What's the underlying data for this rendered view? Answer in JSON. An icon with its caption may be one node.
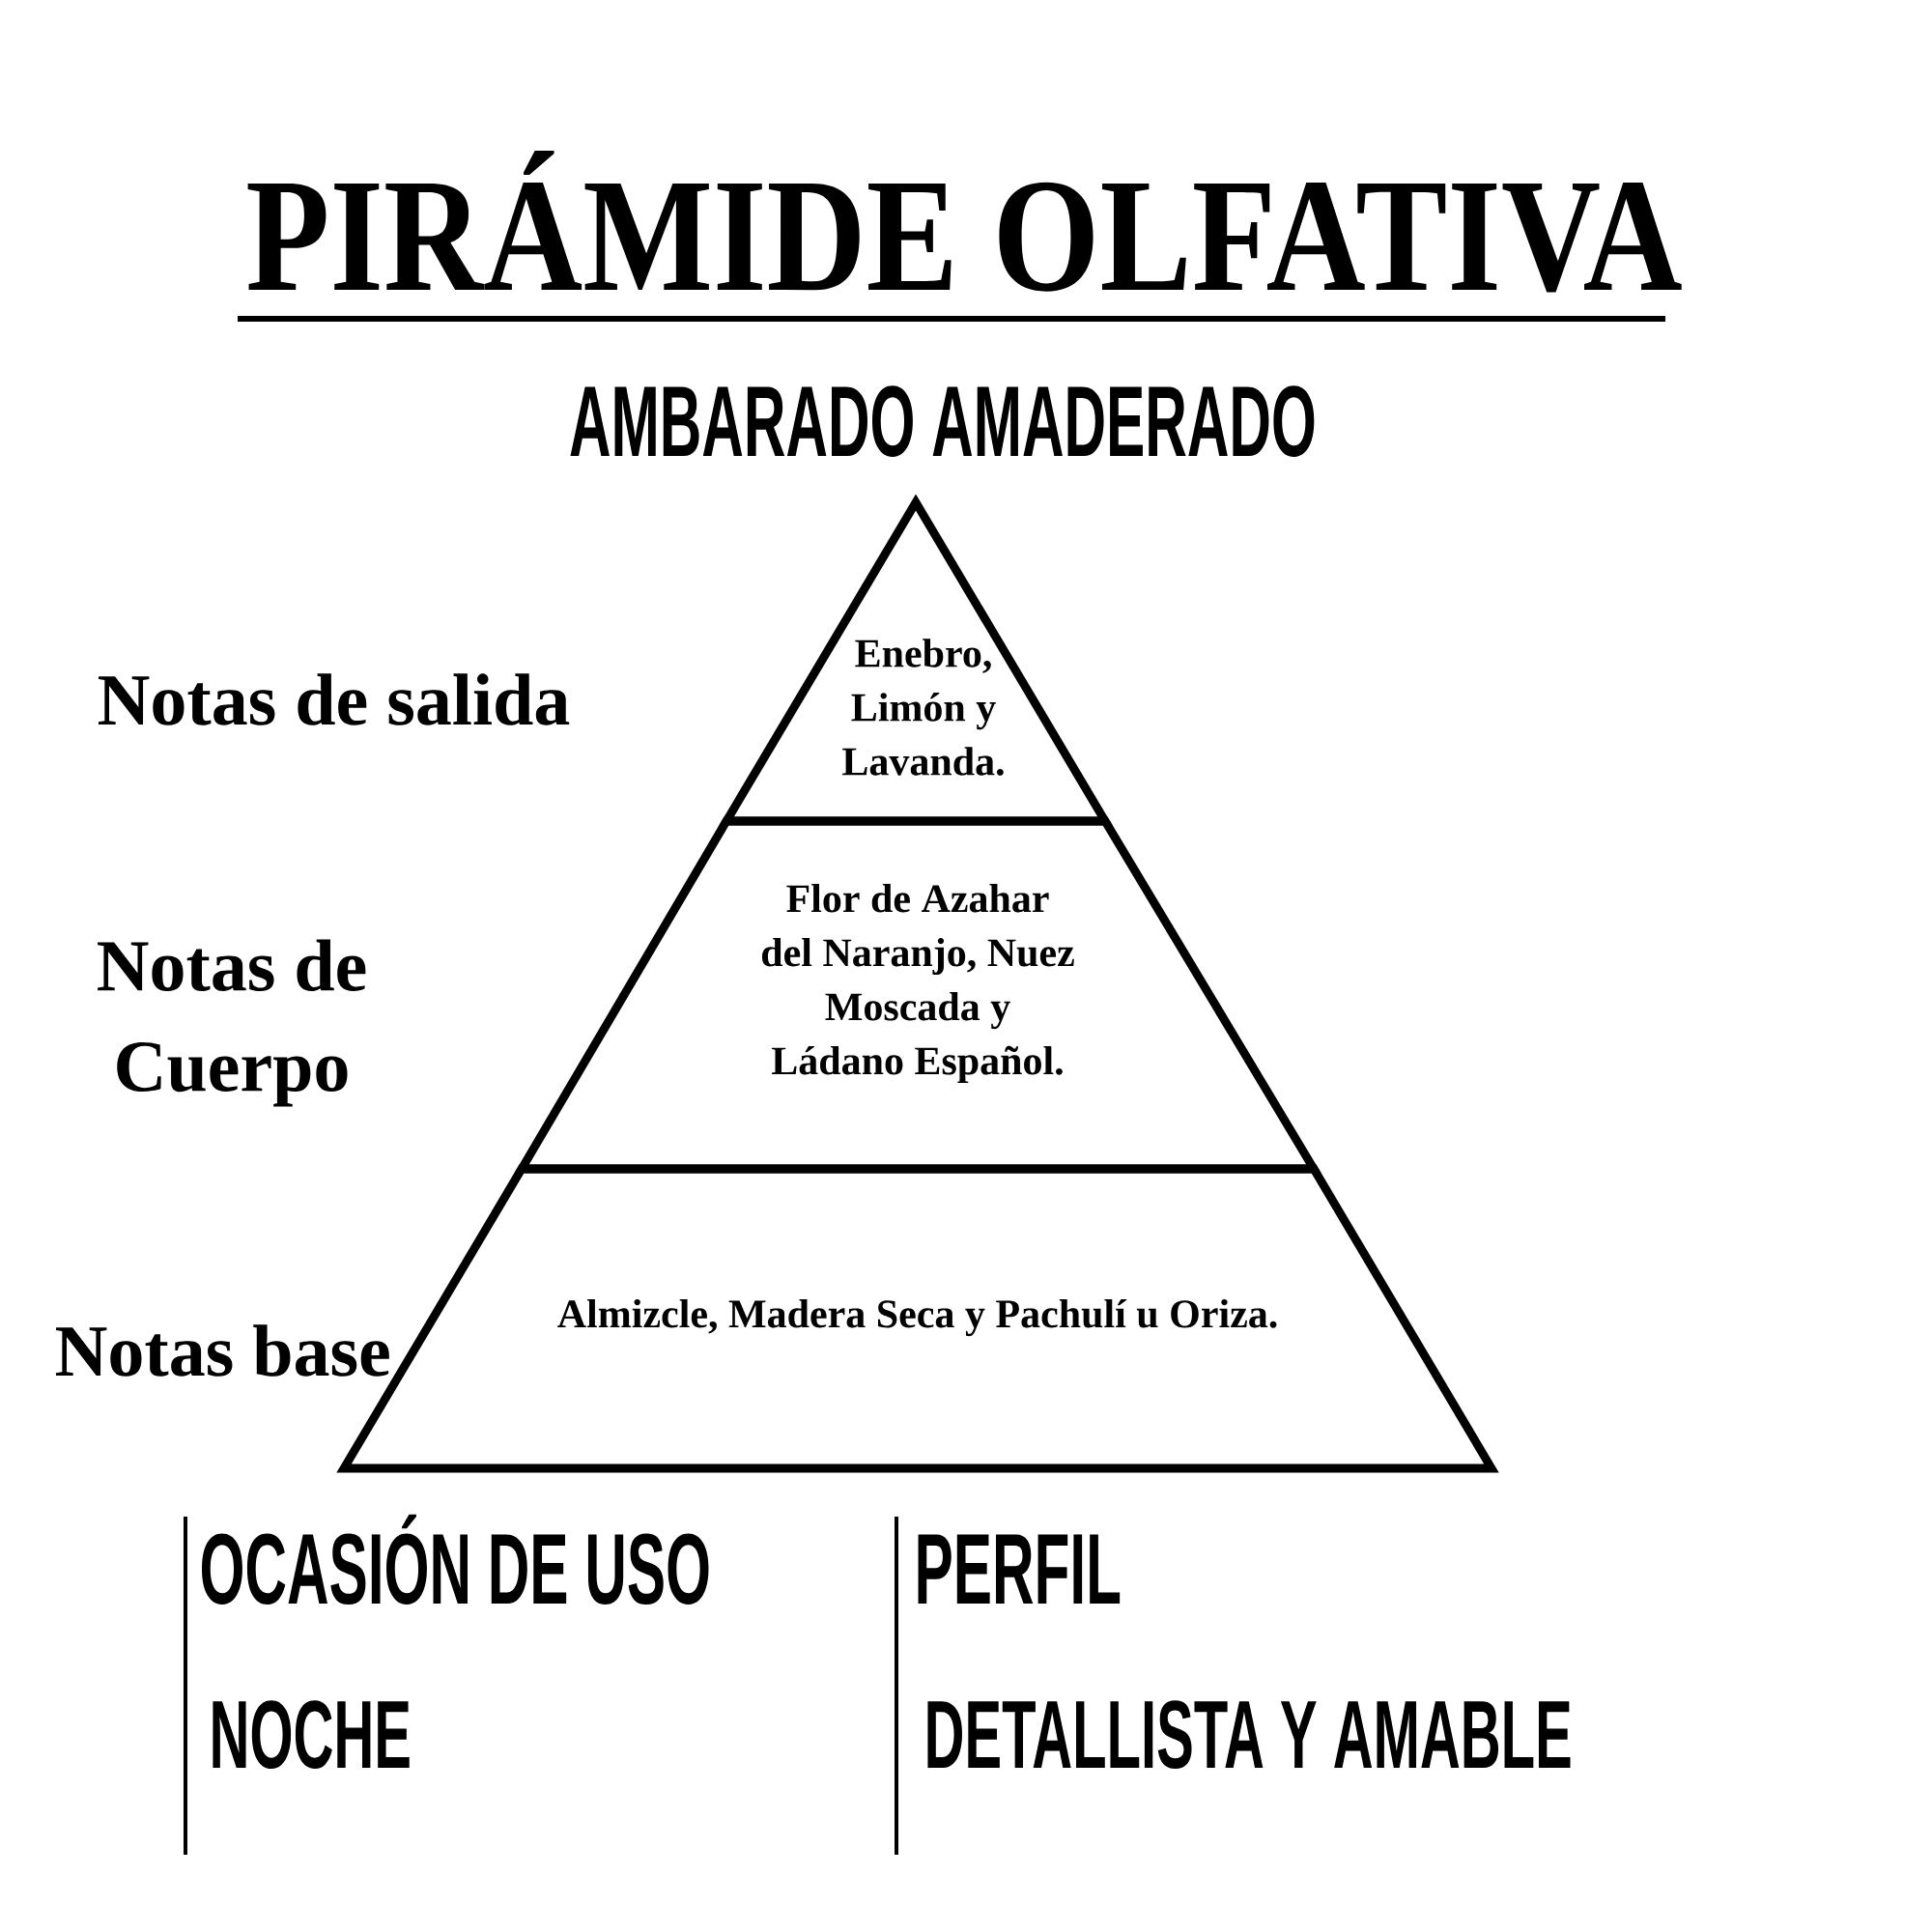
{
  "diagram": {
    "title": "PIRÁMIDE OLFATIVA",
    "nodes": [
      {
        "text": [
          "Enebro, Limón y Lavanda."
        ]
      },
      {
        "text": [
          "Flor de Azahar del Naranjo, Nuez Moscada y Ládano Español."
        ]
      },
      {
        "text": [
          "Almizcle, Madera Seca y Pachulí u Oriza."
        ]
      }
    ],
    "labels": [
      "AMBARADO AMADERADO",
      "Notas de salida",
      "Notas de Cuerpo",
      "Notas base",
      "OCASIÓN DE USO",
      "NOCHE",
      "PERFIL",
      "DETALLISTA Y AMABLE"
    ]
  }
}
